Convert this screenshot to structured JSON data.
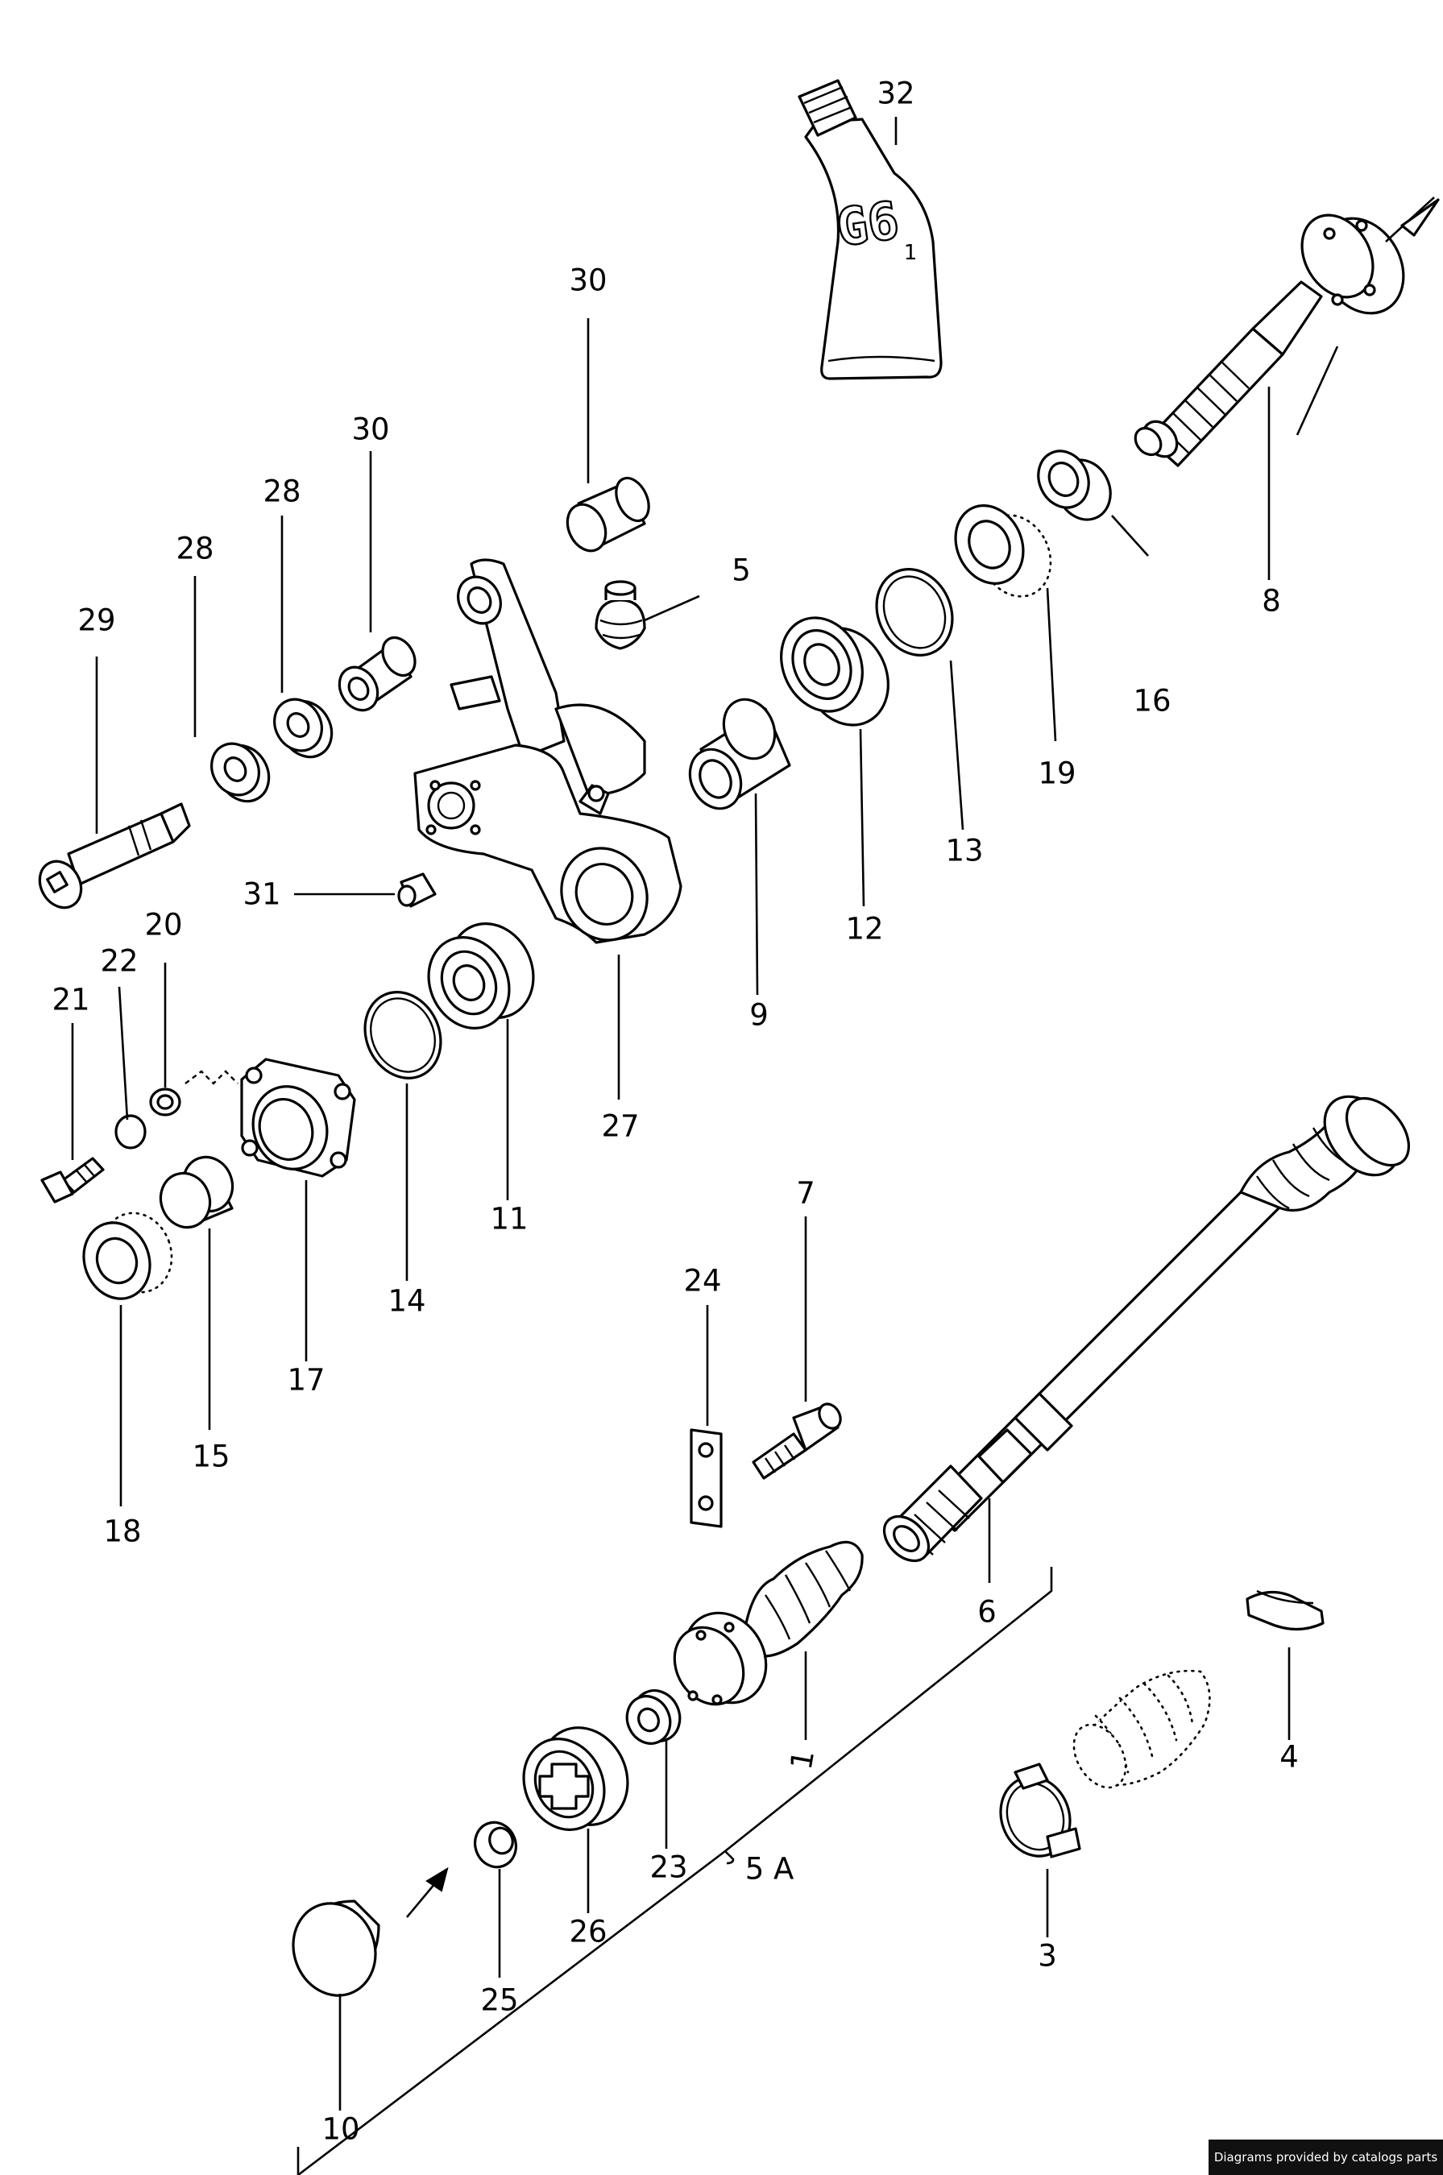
{
  "labels": {
    "p1": "1",
    "p3": "3",
    "p4": "4",
    "p5": "5",
    "p5a": "5 A",
    "p6": "6",
    "p7": "7",
    "p8": "8",
    "p9": "9",
    "p10": "10",
    "p11": "11",
    "p12": "12",
    "p13": "13",
    "p14": "14",
    "p15": "15",
    "p16": "16",
    "p17": "17",
    "p18": "18",
    "p19": "19",
    "p20": "20",
    "p21": "21",
    "p22": "22",
    "p23": "23",
    "p24": "24",
    "p25": "25",
    "p26": "26",
    "p27": "27",
    "p28a": "28",
    "p28b": "28",
    "p29": "29",
    "p30a": "30",
    "p30b": "30",
    "p31": "31",
    "p32": "32"
  },
  "tube_marking": "G6",
  "tube_marking_sub": "1",
  "credit": "Diagrams provided by catalogs parts"
}
